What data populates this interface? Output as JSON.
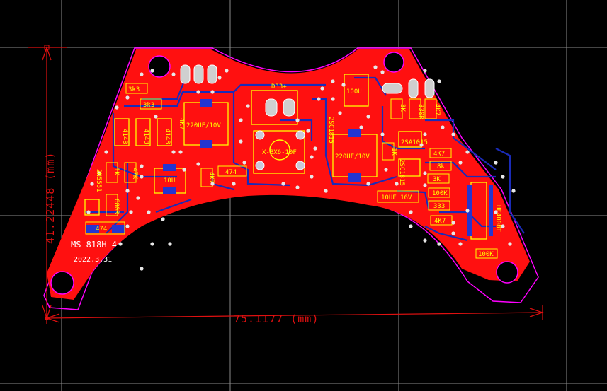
{
  "board": {
    "name": "MS-818H-4",
    "date": "2022.3.31",
    "width_dimension": "75.1177 (mm)",
    "height_dimension": "41.22448 (mm)"
  },
  "components": {
    "r_3k3_a": "3k3",
    "r_3k3_b": "3k3",
    "c_220uf_left": "220UF/10V",
    "c_220uf_right": "220UF/10V",
    "c_100u": "100U",
    "c_10u": "10U",
    "c_10uf": "10UF 16V",
    "diode_4148_a": "4148",
    "diode_4148_b": "4148",
    "diode_4148_c": "4148",
    "r_4k7_left": "4K7",
    "r_4k7_mid": "4K7",
    "r_4k7_right": "4K7",
    "r_1k_left": "1K",
    "r_1k_right": "1K",
    "r_3k": "3K",
    "r_3k_b": "3K",
    "r_680r": "680R",
    "r_47k": "47K",
    "r_474_a": "474",
    "r_474_b": "474",
    "r_100k_a": "100K",
    "r_100k_b": "100K",
    "r_333": "333",
    "r_8k": "8k",
    "r_330r": "330R",
    "q_2sa1015": "2SA1015",
    "q_2sc1815": "2SC1815",
    "q_2sc1815_b": "2SC1815",
    "q_2n5551": "2N5551",
    "switch": "X-BX6-10F",
    "ic_hf": "HF4008T",
    "crystal": "D33+"
  },
  "colors": {
    "background": "#000000",
    "copper": "#ff1010",
    "trace": "#1a2bb8",
    "silkscreen": "#ffff00",
    "outline": "#ff00ff",
    "grid": "#8a8a8a"
  }
}
